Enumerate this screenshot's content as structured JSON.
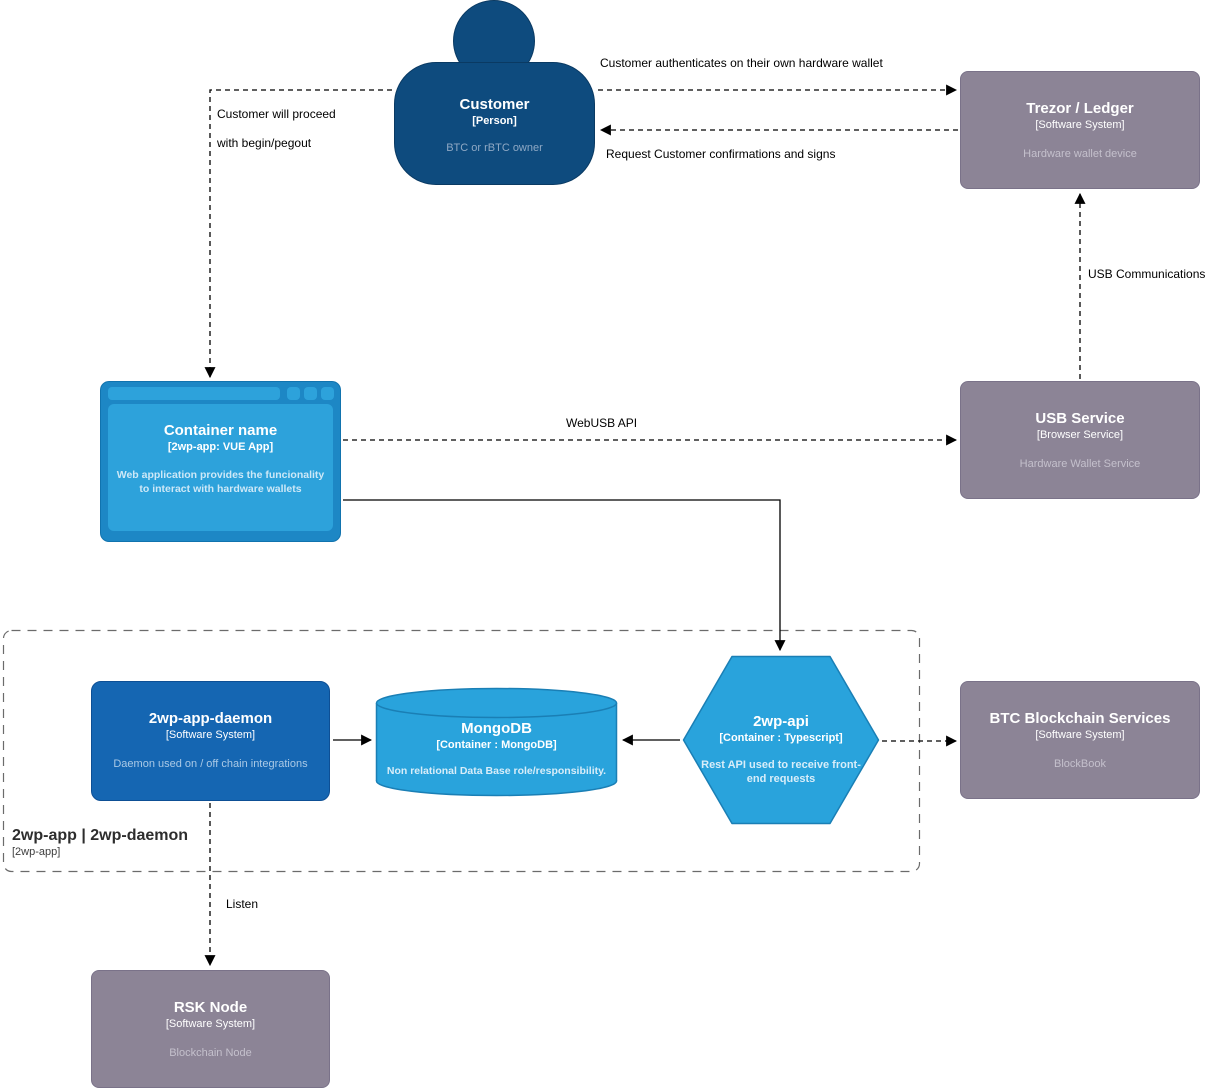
{
  "nodes": {
    "customer": {
      "title": "Customer",
      "subtitle": "[Person]",
      "description": "BTC or rBTC owner"
    },
    "trezor_ledger": {
      "title": "Trezor / Ledger",
      "subtitle": "[Software System]",
      "description": "Hardware wallet device"
    },
    "web_app": {
      "title": "Container name",
      "subtitle": "[2wp-app: VUE App]",
      "description": "Web application provides the funcionality to interact with hardware wallets"
    },
    "usb_service": {
      "title": "USB Service",
      "subtitle": "[Browser Service]",
      "description": "Hardware Wallet Service"
    },
    "daemon": {
      "title": "2wp-app-daemon",
      "subtitle": "[Software System]",
      "description": "Daemon used on / off chain integrations"
    },
    "mongodb": {
      "title": "MongoDB",
      "subtitle": "[Container : MongoDB]",
      "description": "Non relational Data Base role/responsibility."
    },
    "api": {
      "title": "2wp-api",
      "subtitle": "[Container : Typescript]",
      "description": "Rest API used to receive front-end requests"
    },
    "btc_blockchain": {
      "title": "BTC Blockchain Services",
      "subtitle": "[Software System]",
      "description": "BlockBook"
    },
    "rsk_node": {
      "title": "RSK Node",
      "subtitle": "[Software System]",
      "description": "Blockchain Node"
    }
  },
  "boundary": {
    "title": "2wp-app | 2wp-daemon",
    "subtitle": "[2wp-app]"
  },
  "edge_labels": {
    "authenticate": "Customer authenticates on their own hardware wallet",
    "confirmations": "Request Customer confirmations and signs",
    "proceed_line1": "Customer will proceed",
    "proceed_line2": "with begin/pegout",
    "usb_communications": "USB Communications",
    "webusb_api": "WebUSB API",
    "listen": "Listen"
  },
  "colors": {
    "person_fill": "#0e4b7e",
    "external_system_fill": "#8c8496",
    "primary_container_fill": "#1566b2",
    "secondary_container_fill": "#29a3dc",
    "browser_frame_fill": "#1d87c5",
    "edge_color": "#000000",
    "boundary_stroke": "#6b6b6b"
  }
}
